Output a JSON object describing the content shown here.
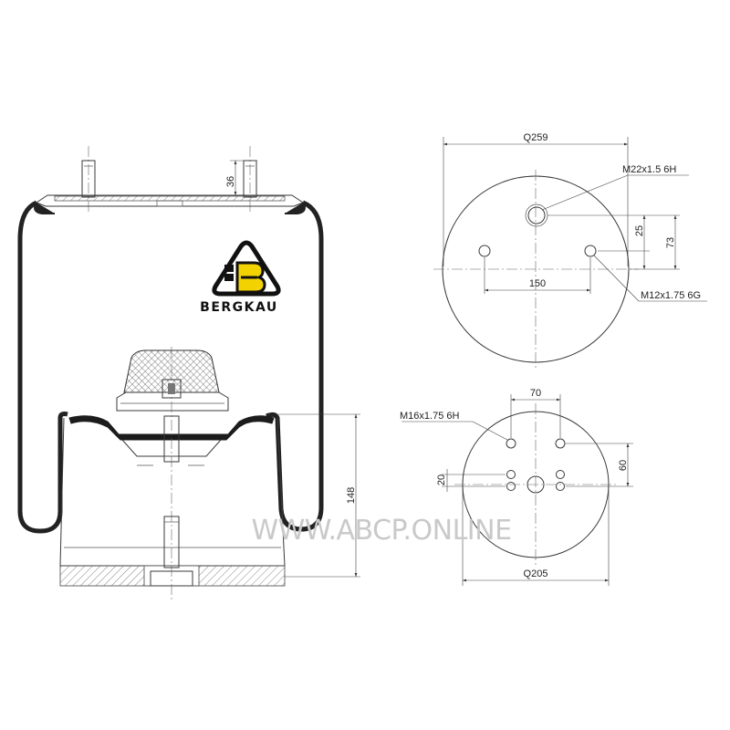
{
  "side_view": {
    "stud_height": "36",
    "total_height": "148"
  },
  "logo": {
    "brand": "BERGKAU"
  },
  "top_view": {
    "diameter": "Q259",
    "center_thread": "M22x1.5 6H",
    "side_thread": "M12x1.75 6G",
    "spacing": "150",
    "offset_small": "25",
    "offset_large": "73"
  },
  "bottom_view": {
    "diameter": "Q205",
    "thread": "M16x1.75 6H",
    "spacing_x": "70",
    "spacing_y": "60",
    "small_spacing": "20"
  },
  "watermark": "WWW.ABCP.ONLINE"
}
